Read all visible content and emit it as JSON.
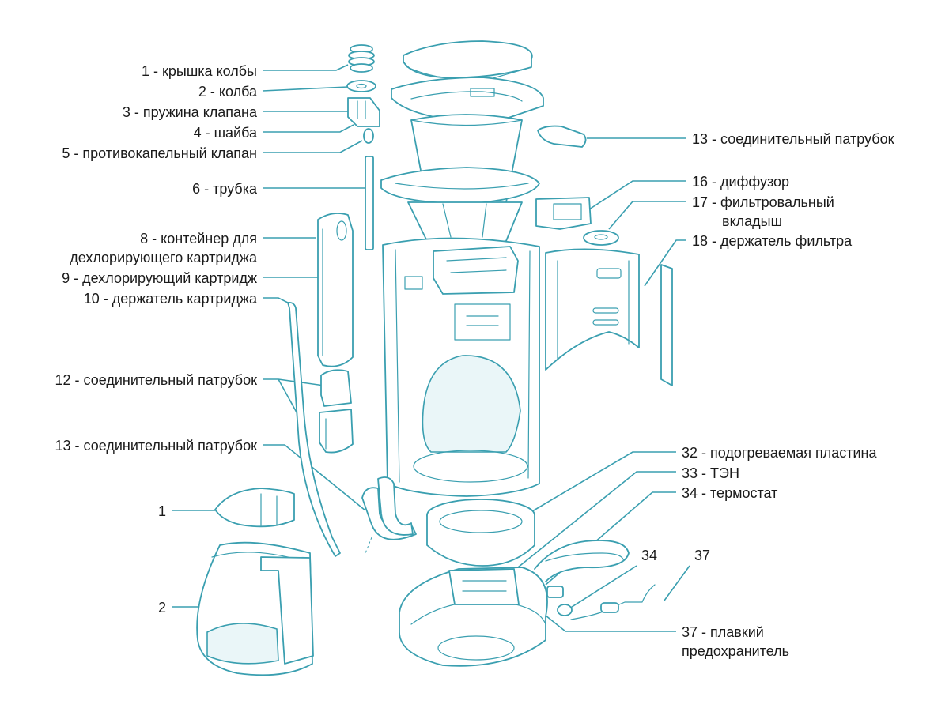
{
  "colors": {
    "line": "#3a9fb0",
    "text": "#1a1a1a",
    "background": "#ffffff",
    "tint": "#eaf6f8"
  },
  "labels": {
    "l1": "1 - крышка колбы",
    "l2": "2 - колба",
    "l3": "3 - пружина клапана",
    "l4": "4 - шайба",
    "l5": "5 - противокапельный клапан",
    "l6": "6 - трубка",
    "l8a": "8 - контейнер для",
    "l8b": "дехлорирующего картриджа",
    "l9": "9 - дехлорирующий картридж",
    "l10": "10 - держатель картриджа",
    "l12": "12 - соединительный патрубок",
    "l13a": "13 - соединительный патрубок",
    "l13b": "13 - соединительный патрубок",
    "l16": "16 - диффузор",
    "l17a": "17 - фильтровальный",
    "l17b": "вкладыш",
    "l18": "18 - держатель фильтра",
    "l32": "32 - подогреваемая пластина",
    "l33": "33 - ТЭН",
    "l34": "34 - термостат",
    "n34": "34",
    "n37": "37",
    "l37a": "37 - плавкий",
    "l37b": "предохранитель",
    "n1": "1",
    "n2": "2"
  }
}
